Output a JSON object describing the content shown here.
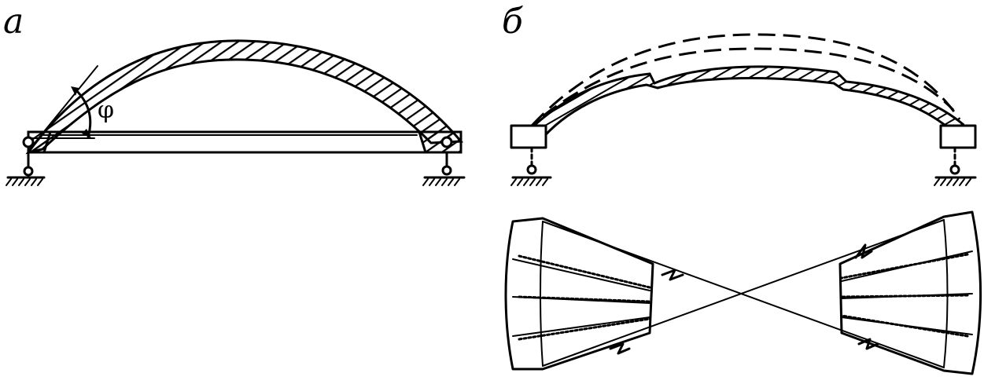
{
  "figure_a": {
    "label": "а",
    "angle_label": "φ"
  },
  "figure_b": {
    "label": "б"
  }
}
